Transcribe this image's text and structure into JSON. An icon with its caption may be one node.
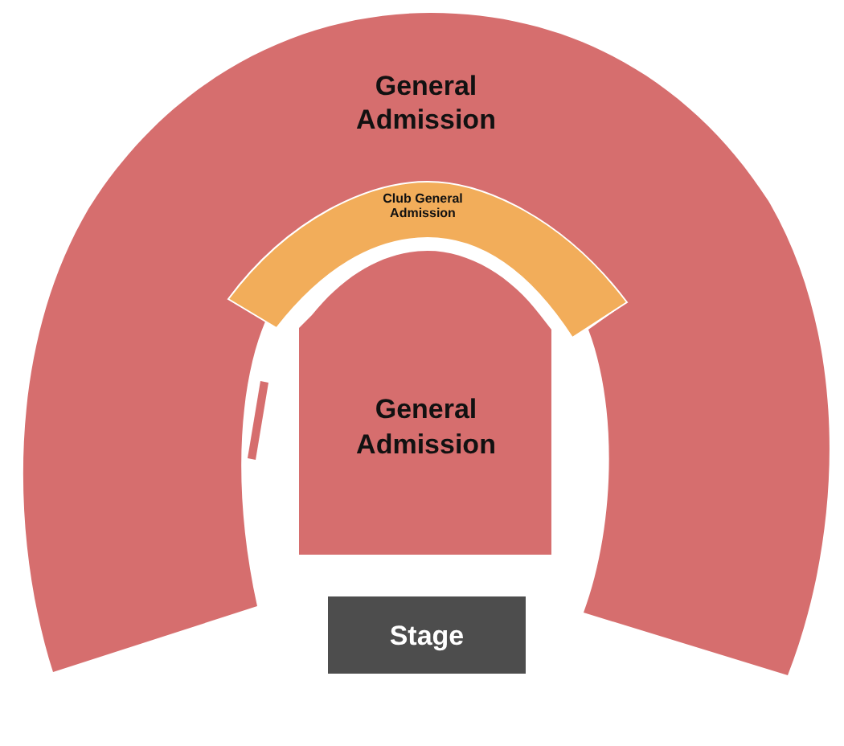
{
  "diagram": {
    "nodes": [
      {
        "text": [
          "General Admission"
        ]
      },
      {
        "text": [
          "Club General Admission"
        ]
      },
      {
        "text": [],
        "shape": "bar"
      },
      {
        "text": [
          "General Admission"
        ]
      },
      {
        "text": [
          "Stage"
        ]
      }
    ]
  }
}
